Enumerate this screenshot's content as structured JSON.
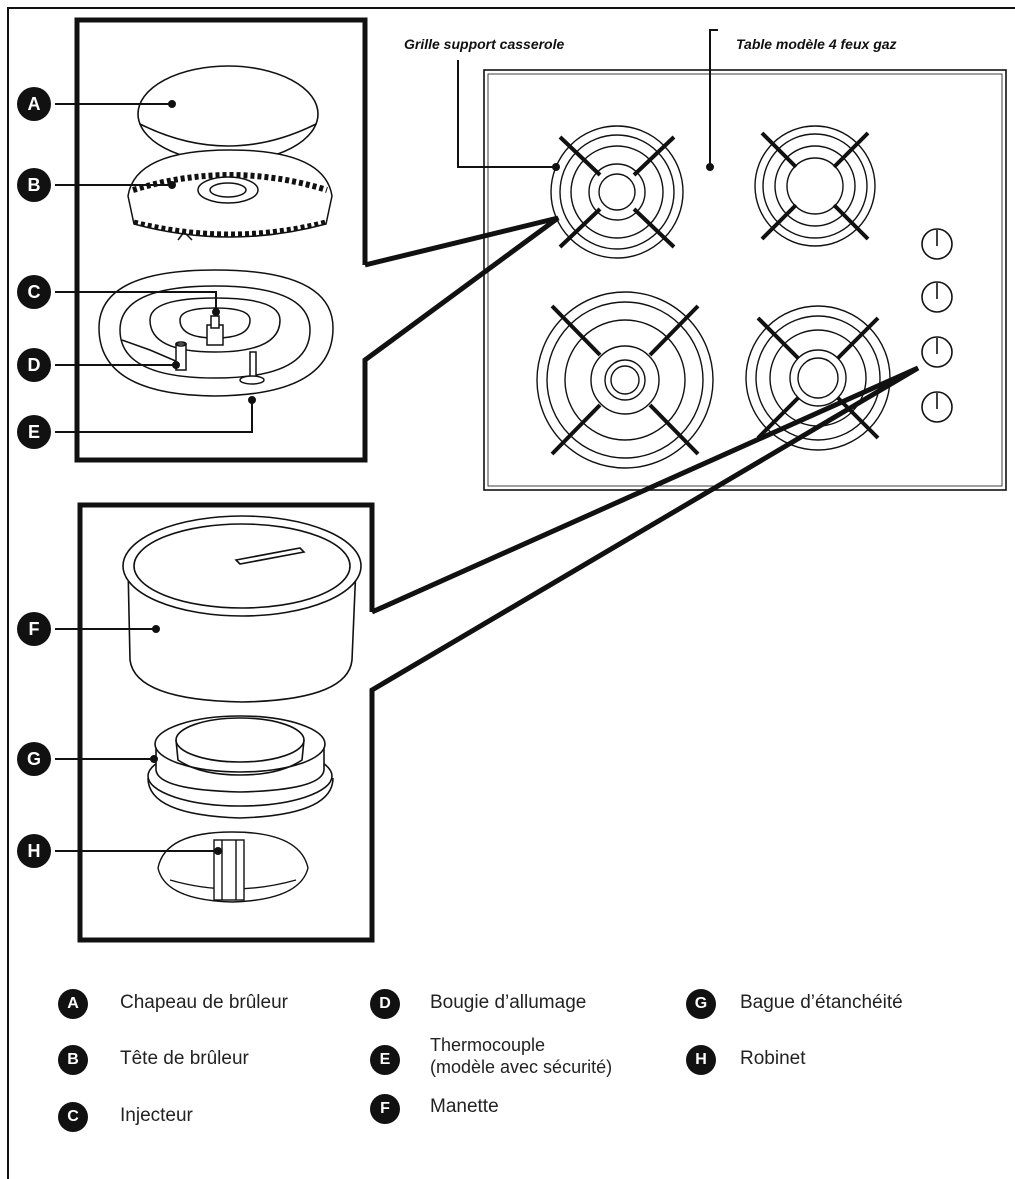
{
  "captions": {
    "grate": "Grille support casserole",
    "hob": "Table modèle 4 feux gaz"
  },
  "callout_letters": [
    "A",
    "B",
    "C",
    "D",
    "E",
    "F",
    "G",
    "H"
  ],
  "legend": [
    {
      "letter": "A",
      "label": "Chapeau de brûleur"
    },
    {
      "letter": "B",
      "label": "Tête de brûleur"
    },
    {
      "letter": "C",
      "label": "Injecteur"
    },
    {
      "letter": "D",
      "label": "Bougie d’allumage"
    },
    {
      "letter": "E",
      "label": "Thermocouple",
      "label_line2": "(modèle avec sécurité)"
    },
    {
      "letter": "F",
      "label": "Manette"
    },
    {
      "letter": "G",
      "label": "Bague d’étanchéité"
    },
    {
      "letter": "H",
      "label": "Robinet"
    }
  ],
  "colors": {
    "ink": "#111111",
    "badge_text": "#ffffff"
  }
}
